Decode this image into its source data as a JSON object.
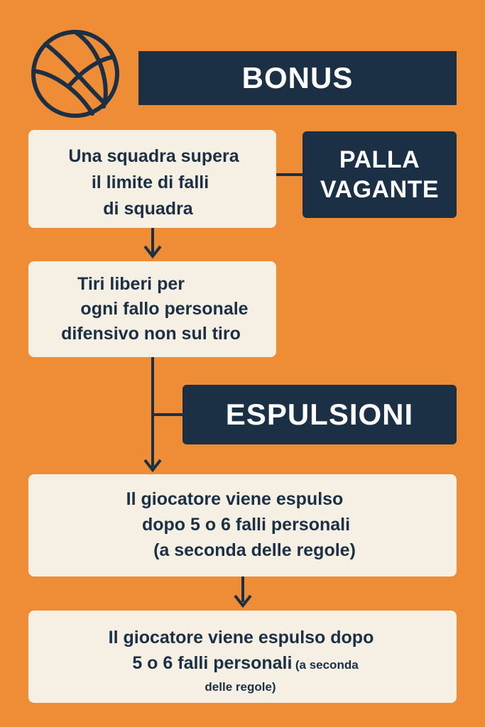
{
  "colors": {
    "background": "#EF8C36",
    "dark_box": "#1B3045",
    "card": "#F5EFE4",
    "text_dark": "#1B3045",
    "text_light": "#FFFFFF"
  },
  "icon": "basketball-icon",
  "bonus_title": "BONUS",
  "palla_vagante": {
    "line1": "PALLA",
    "line2": "VAGANTE"
  },
  "box1": {
    "line1": "Una squadra supera",
    "line2": "il limite di falli",
    "line3": "di squadra"
  },
  "box2": {
    "line1": "Tiri liberi per",
    "line2": "ogni fallo personale",
    "line3": "difensivo non sul tiro"
  },
  "espulsioni_title": "ESPULSIONI",
  "box3": {
    "line1": "Il giocatore viene espulso",
    "line2": "dopo 5 o 6 falli personali",
    "line3": "(a seconda delle regole)"
  },
  "box4": {
    "line1": "Il giocatore viene espulso dopo",
    "line2_main": "5 o 6 falli personali",
    "line2_small": "(a seconda",
    "line3": "delle regole)"
  }
}
